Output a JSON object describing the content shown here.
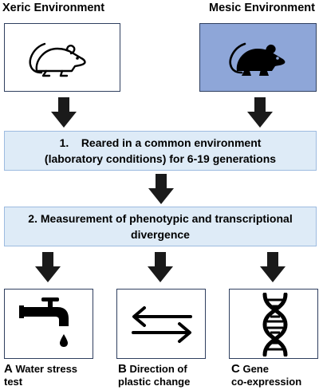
{
  "environments": {
    "xeric": {
      "label": "Xeric Environment",
      "icon": "mouse-outline-icon"
    },
    "mesic": {
      "label": "Mesic Environment",
      "icon": "mouse-filled-icon"
    }
  },
  "steps": [
    {
      "number": "1.",
      "line1": "Reared in a common environment",
      "line2": "(laboratory conditions) for 6-19 generations"
    },
    {
      "number": "2.",
      "line1": "Measurement of phenotypic and transcriptional",
      "line2": "divergence"
    }
  ],
  "analyses": [
    {
      "letter": "A",
      "line1": "Water stress",
      "line2": "test",
      "icon": "faucet-icon"
    },
    {
      "letter": "B",
      "line1": "Direction of",
      "line2": "plastic change",
      "icon": "bidirectional-arrows-icon"
    },
    {
      "letter": "C",
      "line1": "Gene",
      "line2": "co-expression",
      "icon": "dna-icon"
    }
  ],
  "colors": {
    "mesic_box": "#8ea6d8",
    "banner": "#deebf7",
    "arrow": "#1a1a1a"
  }
}
